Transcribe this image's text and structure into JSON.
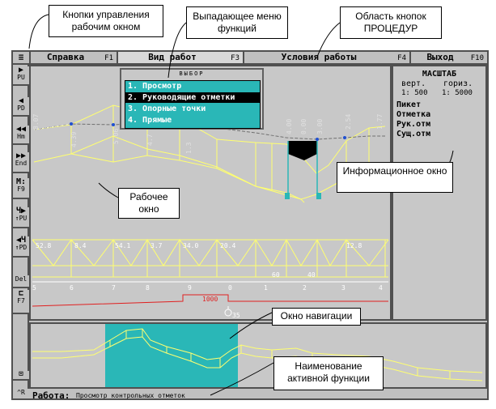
{
  "menu": {
    "help": {
      "label": "Справка",
      "key": "F1"
    },
    "view": {
      "label": "Вид работ",
      "key": "F3"
    },
    "conditions": {
      "label": "Условия работы",
      "key": "F4"
    },
    "exit": {
      "label": "Выход",
      "key": "F10"
    }
  },
  "menu_icon": "≡",
  "toolbar": [
    {
      "glyph": "▶",
      "label": "PU"
    },
    {
      "glyph": "◀",
      "label": "PD"
    },
    {
      "glyph": "◀◀",
      "label": "Hm"
    },
    {
      "glyph": "▶▶",
      "label": "End"
    },
    {
      "glyph": "M:",
      "label": "F9"
    },
    {
      "glyph": "Ч▶",
      "label": "↑PU"
    },
    {
      "glyph": "◀Ч",
      "label": "↑PD"
    },
    {
      "glyph": "",
      "label": "Del"
    },
    {
      "glyph": "⊏",
      "label": "F7"
    }
  ],
  "toolbar_bottom": {
    "glyph": "⊡",
    "label": "^R"
  },
  "dropdown": {
    "title": "ВЫБОР",
    "items": [
      "1. Просмотр",
      "2. Руководящие отметки",
      "3. Опорные точки",
      "4. Прямые"
    ],
    "selected_index": 1
  },
  "info": {
    "title": "МАСШТАБ",
    "vert_label": "верт.",
    "horiz_label": "гориз.",
    "vert_value": "1: 500",
    "horiz_value": "1: 5000",
    "rows": [
      "Пикет",
      "Отметка",
      "Рук.отм",
      "Сущ.отм"
    ]
  },
  "profile": {
    "values_top": [
      "8.07",
      "4.39",
      "5.06",
      "4.7",
      "1.3",
      "4.00",
      "0.00",
      "3.00",
      "2.54",
      "1.77"
    ],
    "slopes": [
      "52.8",
      "8.4",
      "54.1",
      "3.7",
      "34.0",
      "20.4",
      "12.8"
    ],
    "pickets": [
      "5",
      "6",
      "7",
      "8",
      "9",
      "0",
      "1",
      "2",
      "3",
      "4"
    ],
    "lengths": [
      "60",
      "40"
    ],
    "curve_label": "1000",
    "marker_label": "35"
  },
  "status": {
    "label": "Работа:",
    "value": "Просмотр контрольных отметок"
  },
  "callouts": {
    "window_buttons": "Кнопки управления рабочим окном",
    "dropdown_menu": "Выпадающее меню функций",
    "procedures": "Область кнопок ПРОЦЕДУР",
    "info_window": "Информационное окно",
    "work_window": "Рабочее окно",
    "nav_window": "Окно навигации",
    "active_function": "Наименование активной функции"
  },
  "colors": {
    "highlight": "#2ab7b7",
    "line": "#ffff60",
    "curve": "#e02020",
    "background": "#c0c0c0"
  }
}
